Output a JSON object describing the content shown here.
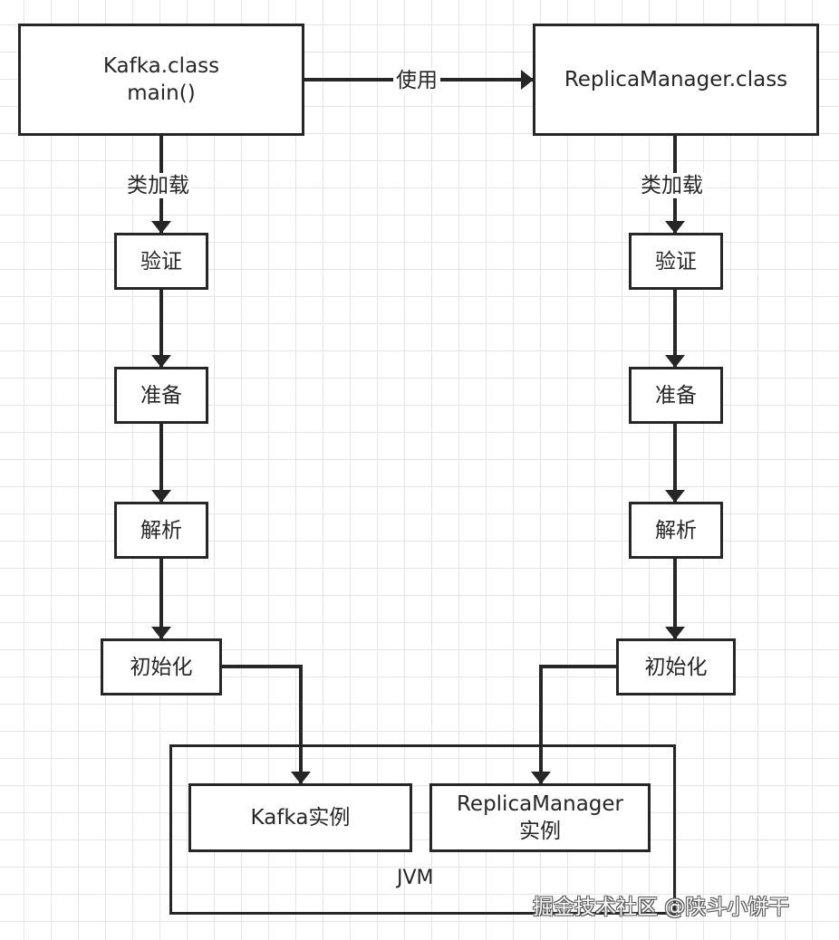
{
  "diagram": {
    "nodes": {
      "kafka_class": {
        "line1": "Kafka.class",
        "line2": "main()"
      },
      "replica_class": {
        "label": "ReplicaManager.class"
      },
      "left_verify": {
        "label": "验证"
      },
      "left_prepare": {
        "label": "准备"
      },
      "left_resolve": {
        "label": "解析"
      },
      "left_init": {
        "label": "初始化"
      },
      "right_verify": {
        "label": "验证"
      },
      "right_prepare": {
        "label": "准备"
      },
      "right_resolve": {
        "label": "解析"
      },
      "right_init": {
        "label": "初始化"
      },
      "jvm": {
        "label": "JVM"
      },
      "kafka_instance": {
        "label": "Kafka实例"
      },
      "replica_instance": {
        "line1": "ReplicaManager",
        "line2": "实例"
      }
    },
    "edges": {
      "uses": {
        "label": "使用"
      },
      "left_classload": {
        "label": "类加载"
      },
      "right_classload": {
        "label": "类加载"
      }
    }
  },
  "watermark": "掘金技术社区 @陕斗小饼干",
  "colors": {
    "stroke": "#262626",
    "grid": "#e6e6e6",
    "background": "#ffffff"
  }
}
